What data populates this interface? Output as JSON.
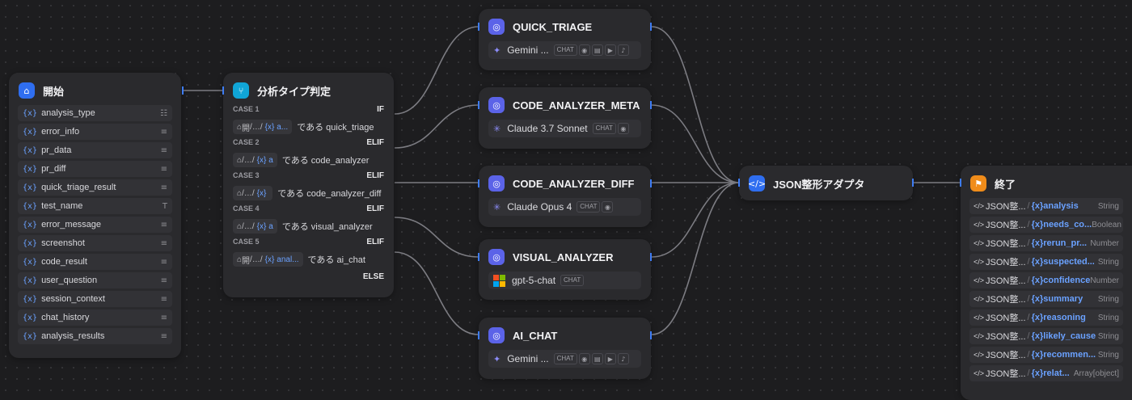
{
  "start_node": {
    "title": "開始",
    "variables": [
      {
        "name": "analysis_type",
        "type_icon": "bars-select-icon"
      },
      {
        "name": "error_info",
        "type_icon": "paragraph-icon"
      },
      {
        "name": "pr_data",
        "type_icon": "paragraph-icon"
      },
      {
        "name": "pr_diff",
        "type_icon": "paragraph-icon"
      },
      {
        "name": "quick_triage_result",
        "type_icon": "paragraph-icon"
      },
      {
        "name": "test_name",
        "type_icon": "text-input-icon"
      },
      {
        "name": "error_message",
        "type_icon": "paragraph-icon"
      },
      {
        "name": "screenshot",
        "type_icon": "paragraph-icon"
      },
      {
        "name": "code_result",
        "type_icon": "paragraph-icon"
      },
      {
        "name": "user_question",
        "type_icon": "paragraph-icon"
      },
      {
        "name": "session_context",
        "type_icon": "paragraph-icon"
      },
      {
        "name": "chat_history",
        "type_icon": "paragraph-icon"
      },
      {
        "name": "analysis_results",
        "type_icon": "paragraph-icon"
      }
    ]
  },
  "branch_node": {
    "title": "分析タイプ判定",
    "cases": [
      {
        "label": "CASE 1",
        "keyword": "IF",
        "ref_node": "開",
        "ref_ellipsis": "…",
        "ref_var": "a...",
        "condition": "である quick_triage"
      },
      {
        "label": "CASE 2",
        "keyword": "ELIF",
        "ref_node": "",
        "ref_ellipsis": "…",
        "ref_var": "a",
        "condition": "である code_analyzer"
      },
      {
        "label": "CASE 3",
        "keyword": "ELIF",
        "ref_node": "",
        "ref_ellipsis": "…",
        "ref_var": "",
        "condition": "である code_analyzer_diff"
      },
      {
        "label": "CASE 4",
        "keyword": "ELIF",
        "ref_node": "",
        "ref_ellipsis": "…",
        "ref_var": "a",
        "condition": "である visual_analyzer"
      },
      {
        "label": "CASE 5",
        "keyword": "ELIF",
        "ref_node": "開",
        "ref_ellipsis": "…",
        "ref_var": "anal...",
        "condition": "である ai_chat"
      }
    ],
    "else_label": "ELSE"
  },
  "llm_nodes": [
    {
      "title": "QUICK_TRIAGE",
      "model": "Gemini ...",
      "provider_icon": "gemini-logo-icon",
      "badge": "CHAT",
      "capabilities": [
        "vision-icon",
        "document-icon",
        "video-icon",
        "audio-icon"
      ]
    },
    {
      "title": "CODE_ANALYZER_META",
      "model": "Claude 3.7 Sonnet",
      "provider_icon": "claude-logo-icon",
      "badge": "CHAT",
      "capabilities": [
        "vision-icon"
      ]
    },
    {
      "title": "CODE_ANALYZER_DIFF",
      "model": "Claude Opus 4",
      "provider_icon": "claude-logo-icon",
      "badge": "CHAT",
      "capabilities": [
        "vision-icon"
      ]
    },
    {
      "title": "VISUAL_ANALYZER",
      "model": "gpt-5-chat",
      "provider_icon": "microsoft-logo-icon",
      "badge": "CHAT",
      "capabilities": []
    },
    {
      "title": "AI_CHAT",
      "model": "Gemini ...",
      "provider_icon": "gemini-logo-icon",
      "badge": "CHAT",
      "capabilities": [
        "vision-icon",
        "document-icon",
        "video-icon",
        "audio-icon"
      ]
    }
  ],
  "adapter_node": {
    "title": "JSON整形アダプタ"
  },
  "end_node": {
    "title": "終了",
    "outputs": [
      {
        "source": "JSON整...",
        "field": "analysis",
        "type": "String"
      },
      {
        "source": "JSON整...",
        "field": "needs_co...",
        "type": "Boolean"
      },
      {
        "source": "JSON整...",
        "field": "rerun_pr...",
        "type": "Number"
      },
      {
        "source": "JSON整...",
        "field": "suspected...",
        "type": "String"
      },
      {
        "source": "JSON整...",
        "field": "confidence",
        "type": "Number"
      },
      {
        "source": "JSON整...",
        "field": "summary",
        "type": "String"
      },
      {
        "source": "JSON整...",
        "field": "reasoning",
        "type": "String"
      },
      {
        "source": "JSON整...",
        "field": "likely_cause",
        "type": "String"
      },
      {
        "source": "JSON整...",
        "field": "recommen...",
        "type": "String"
      },
      {
        "source": "JSON整...",
        "field": "relat...",
        "type": "Array[object]"
      }
    ]
  },
  "colors": {
    "start": "#2f6ef0",
    "branch": "#10a5d6",
    "llm": "#5b63e8",
    "adapter": "#2f6ef0",
    "end": "#f08c1a",
    "wire": "#7c7c82",
    "accent": "#6aa1ff"
  }
}
